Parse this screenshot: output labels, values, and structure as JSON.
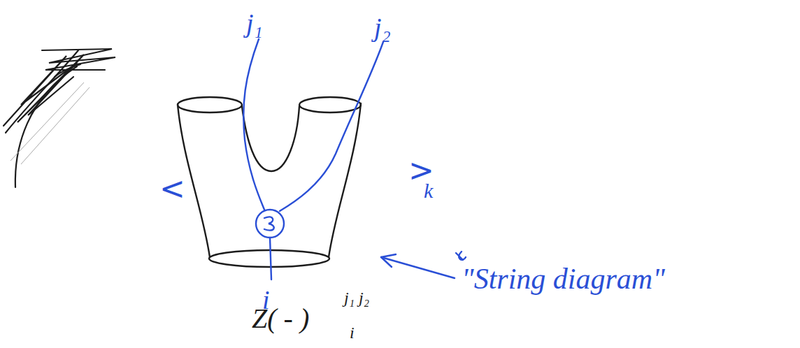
{
  "diagram": {
    "labels": [
      "j₁",
      "j₂",
      "i",
      "<",
      ">",
      "k",
      "\"String diagram\"",
      "Z( - )",
      "j₁ j₂",
      "i"
    ]
  }
}
